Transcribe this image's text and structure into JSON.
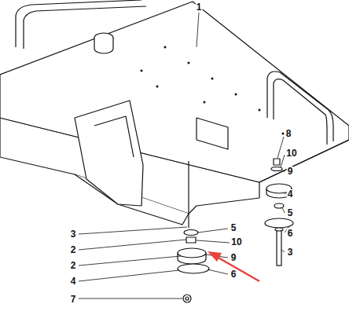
{
  "diagram": {
    "labels": [
      "1",
      "8",
      "10",
      "9",
      "4",
      "5",
      "6",
      "3",
      "3",
      "5",
      "10",
      "2",
      "9",
      "2",
      "6",
      "4",
      "7"
    ]
  }
}
